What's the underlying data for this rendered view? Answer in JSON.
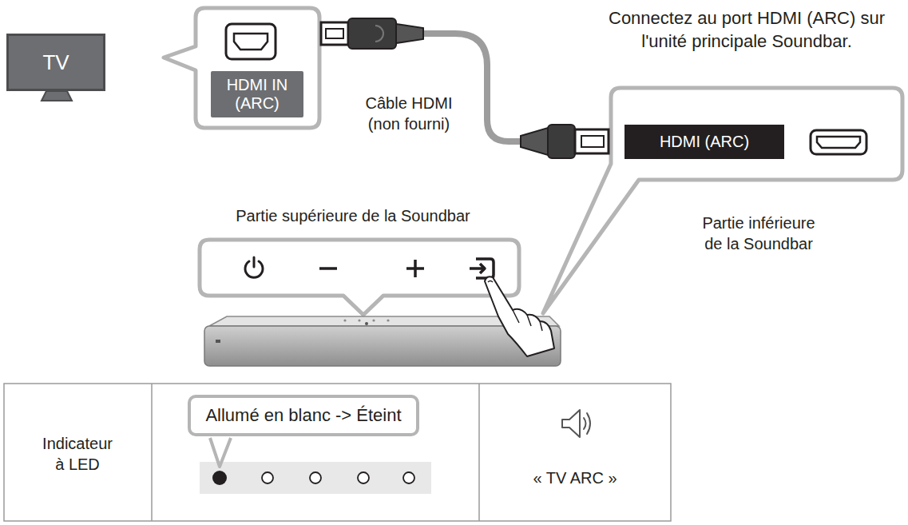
{
  "diagram": {
    "nodes": [
      {
        "text": [
          "TV"
        ]
      },
      {
        "text": [
          "HDMI IN (ARC)"
        ]
      },
      {
        "text": [
          "HDMI (ARC)"
        ]
      },
      {
        "text": [
          "Allumé en blanc -> Éteint"
        ]
      }
    ],
    "labels": [
      "Câble HDMI (non fourni)",
      "Connectez au port HDMI (ARC) sur l'unité principale Soundbar.",
      "Partie supérieure de la Soundbar",
      "Partie inférieure de la Soundbar",
      "Indicateur à LED",
      "« TV ARC »"
    ]
  }
}
